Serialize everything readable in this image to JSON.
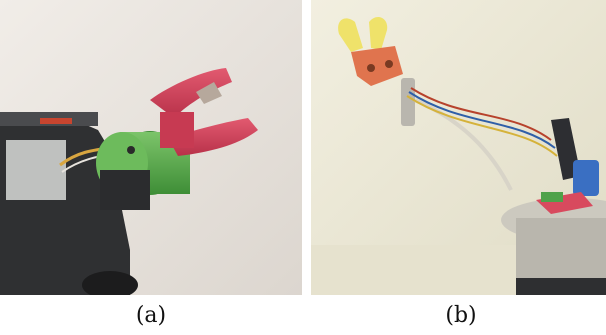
{
  "figure": {
    "panels": [
      {
        "caption": "(a)",
        "image_subject": "red-gripper-on-robot-photo"
      },
      {
        "caption": "(b)",
        "image_subject": "yellow-gripper-arm-on-robot-photo"
      }
    ]
  },
  "colors": {
    "background": "#ffffff",
    "wall_a": "#ece8e3",
    "wall_b": "#ece9d8",
    "gripper_red": "#d8475e",
    "gripper_green": "#5fb04f",
    "gripper_yellow": "#efe26a",
    "bracket_orange": "#e0744e",
    "robot_dark": "#3a3b3d"
  }
}
